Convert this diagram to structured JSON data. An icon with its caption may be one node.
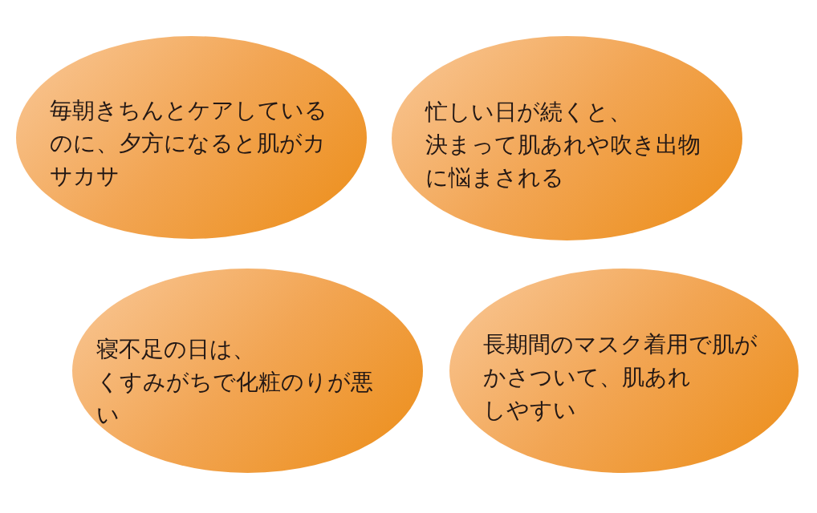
{
  "diagram": {
    "nodes": [
      {
        "text": [
          "毎朝きちんとケアしているのに、夕方になると肌がカサカサ"
        ]
      },
      {
        "text": [
          "忙しい日が続くと、",
          "決まって肌あれや吹き出物に悩まされる"
        ]
      },
      {
        "text": [
          "寝不足の日は、",
          "くすみがちで化粧のりが悪い"
        ]
      },
      {
        "text": [
          "長期間のマスク着用で肌がかさついて、肌あれ",
          "しやすい"
        ]
      }
    ]
  }
}
